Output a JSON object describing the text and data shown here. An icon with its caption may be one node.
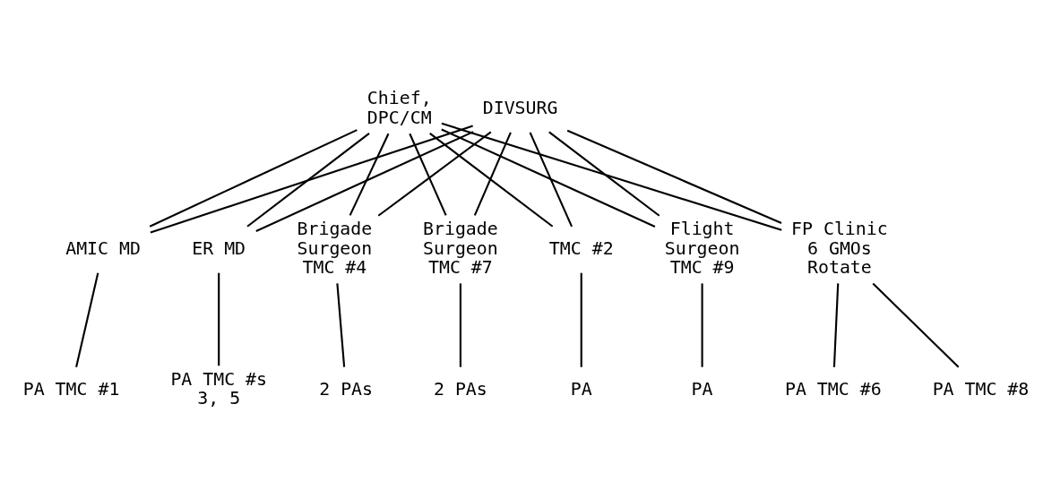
{
  "diagram": {
    "nodes": [
      {
        "text": [
          "Chief, DPC/CM"
        ]
      },
      {
        "text": [
          "DIVSURG"
        ]
      },
      {
        "text": [
          "AMIC MD"
        ]
      },
      {
        "text": [
          "ER MD"
        ]
      },
      {
        "text": [
          "Brigade Surgeon TMC #4"
        ]
      },
      {
        "text": [
          "Brigade Surgeon TMC #7"
        ]
      },
      {
        "text": [
          "TMC #2"
        ]
      },
      {
        "text": [
          "Flight Surgeon TMC #9"
        ]
      },
      {
        "text": [
          "FP Clinic 6 GMOs Rotate"
        ]
      },
      {
        "text": [
          "PA TMC #1"
        ]
      },
      {
        "text": [
          "PA TMC #s 3, 5"
        ]
      },
      {
        "text": [
          "2 PAs"
        ]
      },
      {
        "text": [
          "2 PAs"
        ]
      },
      {
        "text": [
          "PA"
        ]
      },
      {
        "text": [
          "PA"
        ]
      },
      {
        "text": [
          "PA TMC #6"
        ]
      },
      {
        "text": [
          "PA TMC #8"
        ]
      }
    ],
    "edges": [
      {
        "from": 0,
        "to": 2,
        "arrow": "none"
      },
      {
        "from": 0,
        "to": 3,
        "arrow": "none"
      },
      {
        "from": 0,
        "to": 4,
        "arrow": "none"
      },
      {
        "from": 0,
        "to": 5,
        "arrow": "none"
      },
      {
        "from": 0,
        "to": 6,
        "arrow": "none"
      },
      {
        "from": 0,
        "to": 7,
        "arrow": "none"
      },
      {
        "from": 0,
        "to": 8,
        "arrow": "none"
      },
      {
        "from": 1,
        "to": 2,
        "arrow": "none"
      },
      {
        "from": 1,
        "to": 3,
        "arrow": "none"
      },
      {
        "from": 1,
        "to": 4,
        "arrow": "none"
      },
      {
        "from": 1,
        "to": 5,
        "arrow": "none"
      },
      {
        "from": 1,
        "to": 6,
        "arrow": "none"
      },
      {
        "from": 1,
        "to": 7,
        "arrow": "none"
      },
      {
        "from": 1,
        "to": 8,
        "arrow": "none"
      },
      {
        "from": 2,
        "to": 9,
        "arrow": "none"
      },
      {
        "from": 3,
        "to": 10,
        "arrow": "none"
      },
      {
        "from": 4,
        "to": 11,
        "arrow": "none"
      },
      {
        "from": 5,
        "to": 12,
        "arrow": "none"
      },
      {
        "from": 6,
        "to": 13,
        "arrow": "none"
      },
      {
        "from": 7,
        "to": 14,
        "arrow": "none"
      },
      {
        "from": 8,
        "to": 15,
        "arrow": "none"
      },
      {
        "from": 8,
        "to": 16,
        "arrow": "none"
      }
    ]
  }
}
